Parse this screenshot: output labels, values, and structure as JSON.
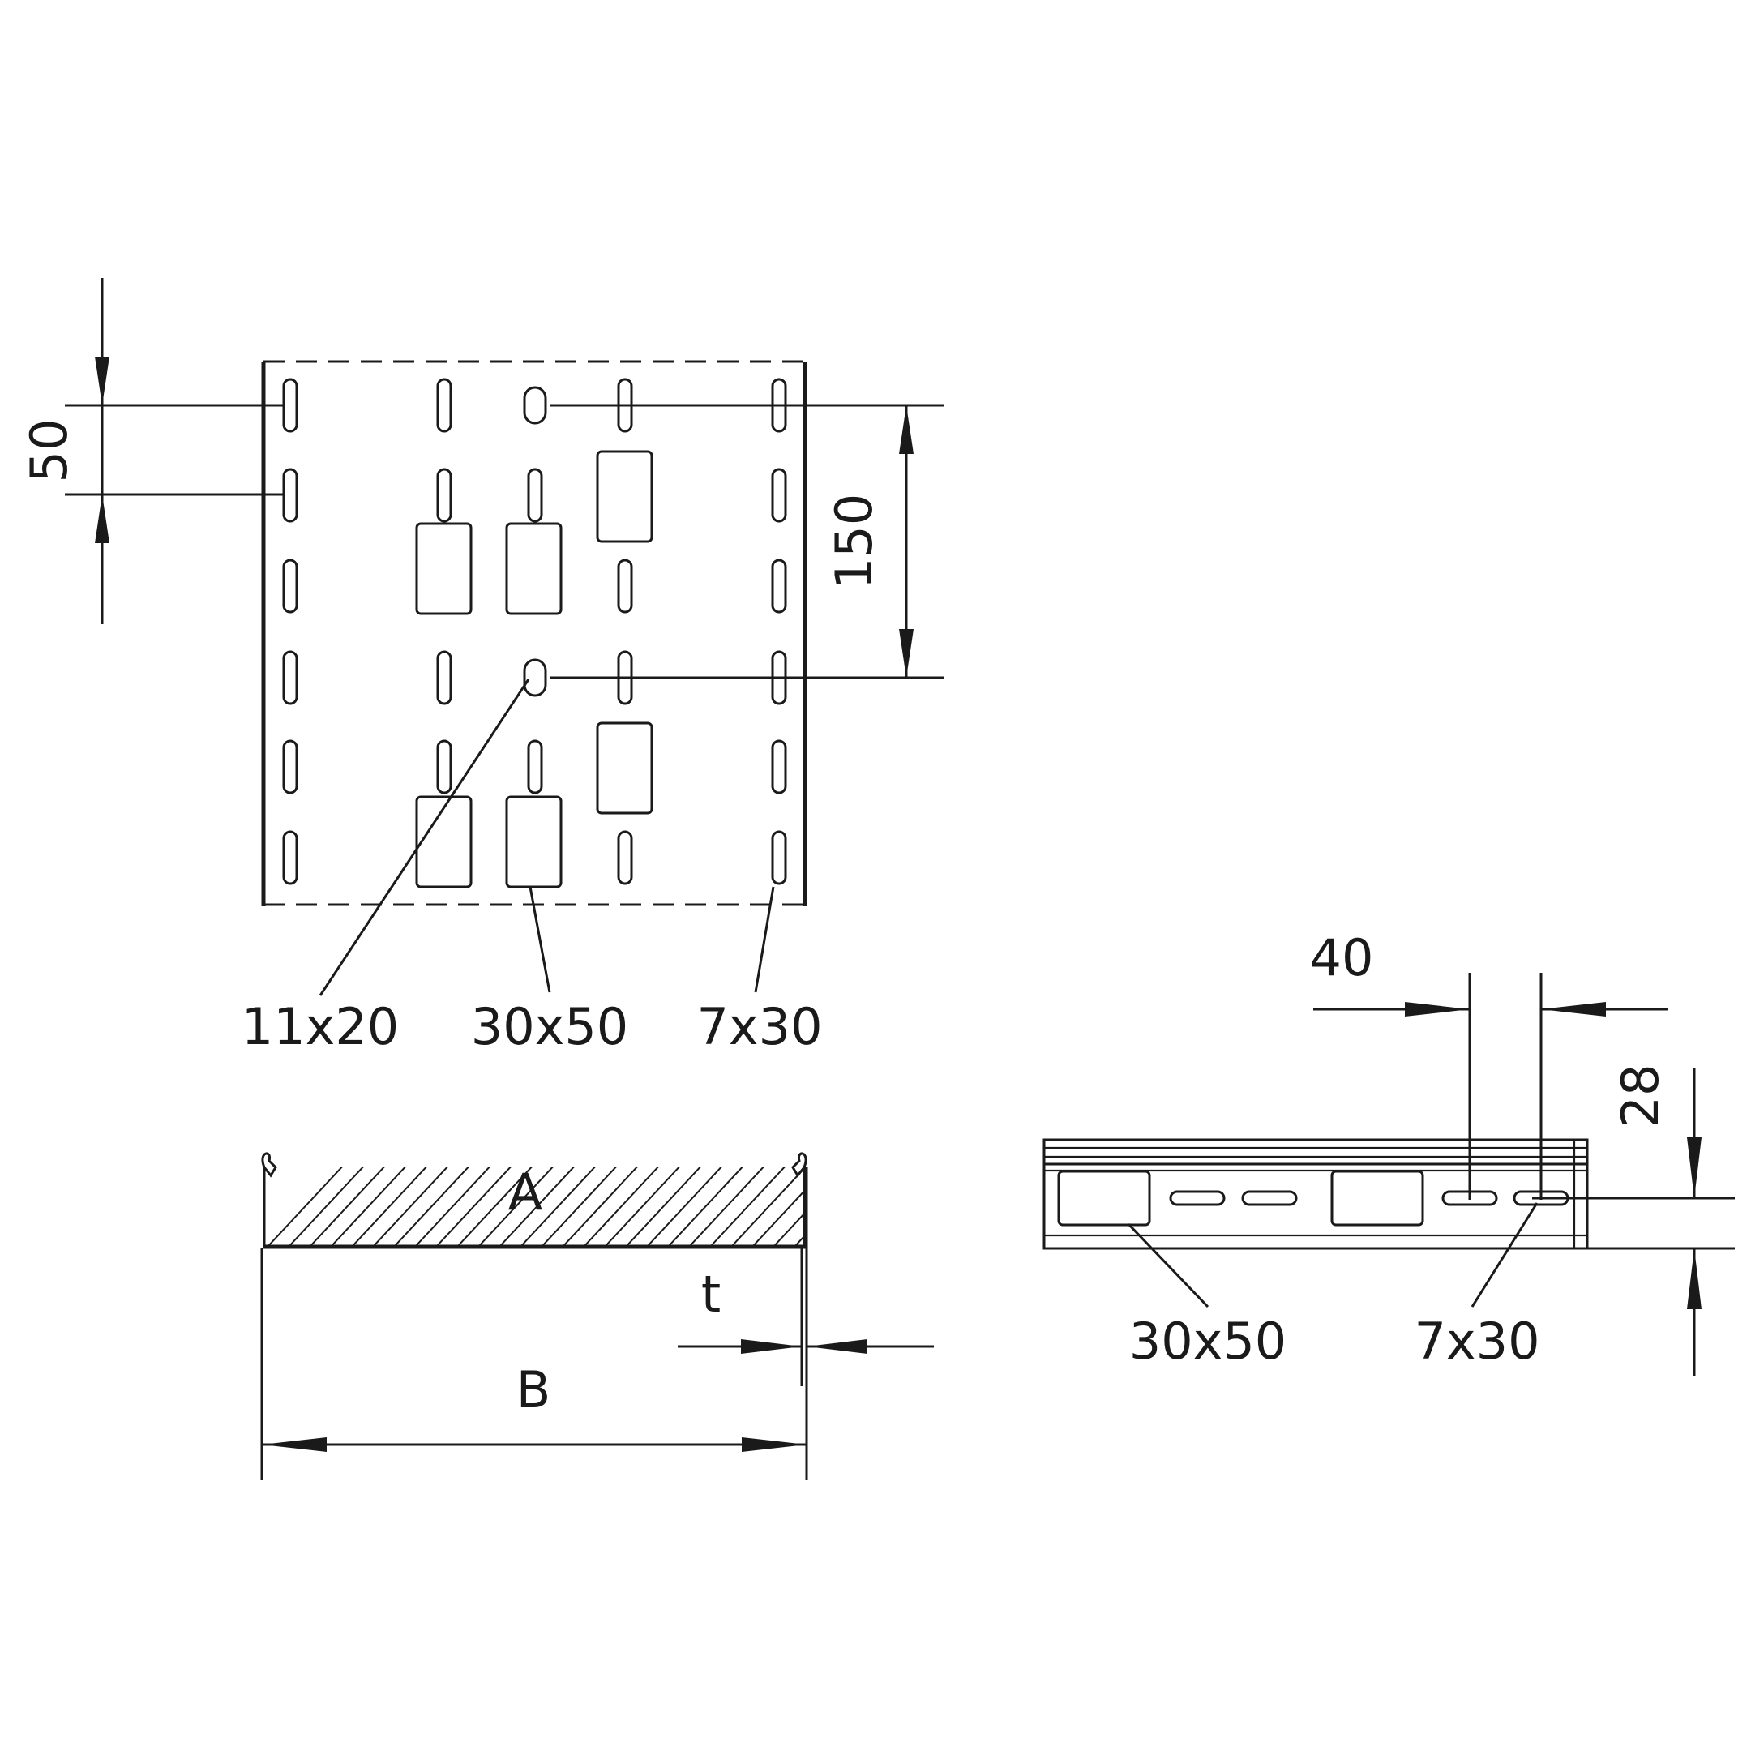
{
  "top_view": {
    "dim_pitch": "50",
    "dim_spacing": "150",
    "label_round_hole": "11x20",
    "label_rect_hole": "30x50",
    "label_slot": "7x30"
  },
  "cross_section": {
    "label_area": "A",
    "label_width": "B",
    "label_thickness": "t"
  },
  "side_view": {
    "dim_slot_pitch": "40",
    "dim_height": "28",
    "label_rect_hole": "30x50",
    "label_slot": "7x30"
  },
  "colors": {
    "line": "#1a1a1a",
    "background": "#ffffff"
  }
}
